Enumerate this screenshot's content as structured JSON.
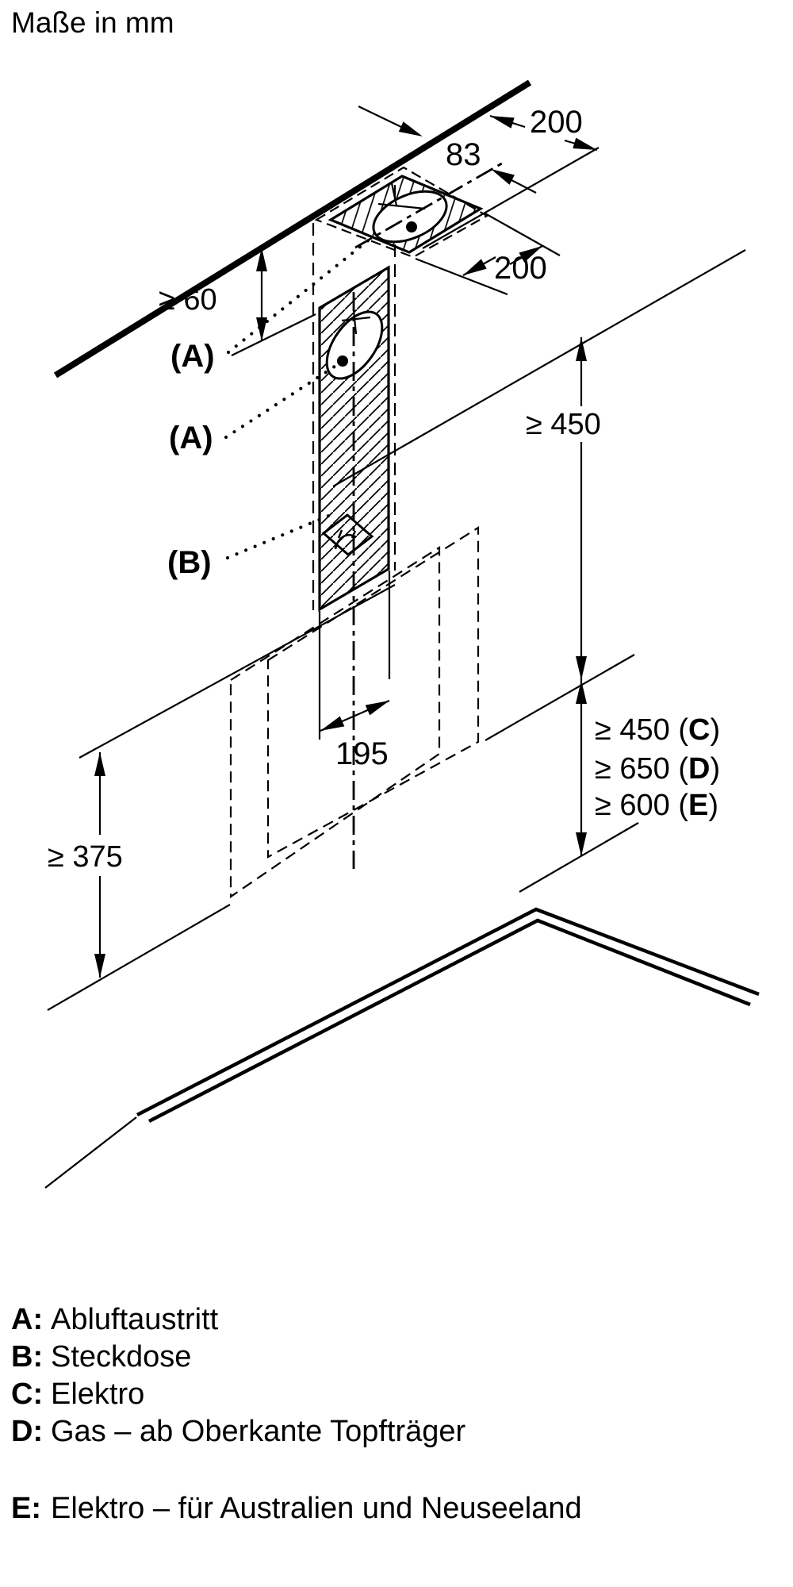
{
  "title": "Maße in mm",
  "figure": {
    "dim_top_depth": "200",
    "dim_duct_offset": "83",
    "dim_side_depth": "200",
    "dim_ceiling_gap": "≥ 60",
    "dim_wall_height": "≥ 450",
    "dim_cutout_width": "195",
    "dim_min_height": "≥ 375",
    "labels": {
      "duct_ceiling": "(A)",
      "duct_wall": "(A)",
      "socket": "(B)"
    },
    "clearances": [
      {
        "pre": "≥ 450 (",
        "key": "C",
        "post": ")"
      },
      {
        "pre": "≥ 650 (",
        "key": "D",
        "post": ")"
      },
      {
        "pre": "≥ 600 (",
        "key": "E",
        "post": ")"
      }
    ]
  },
  "legend": [
    {
      "key": "A:",
      "text": "Abluftaustritt"
    },
    {
      "key": "B:",
      "text": "Steckdose"
    },
    {
      "key": "C:",
      "text": "Elektro"
    },
    {
      "key": "D:",
      "text": "Gas – ab Oberkante Topfträger"
    },
    {
      "key": "E:",
      "text": "Elektro – für Australien und Neuseeland"
    }
  ],
  "colors": {
    "ink": "#000000",
    "background": "#ffffff"
  }
}
